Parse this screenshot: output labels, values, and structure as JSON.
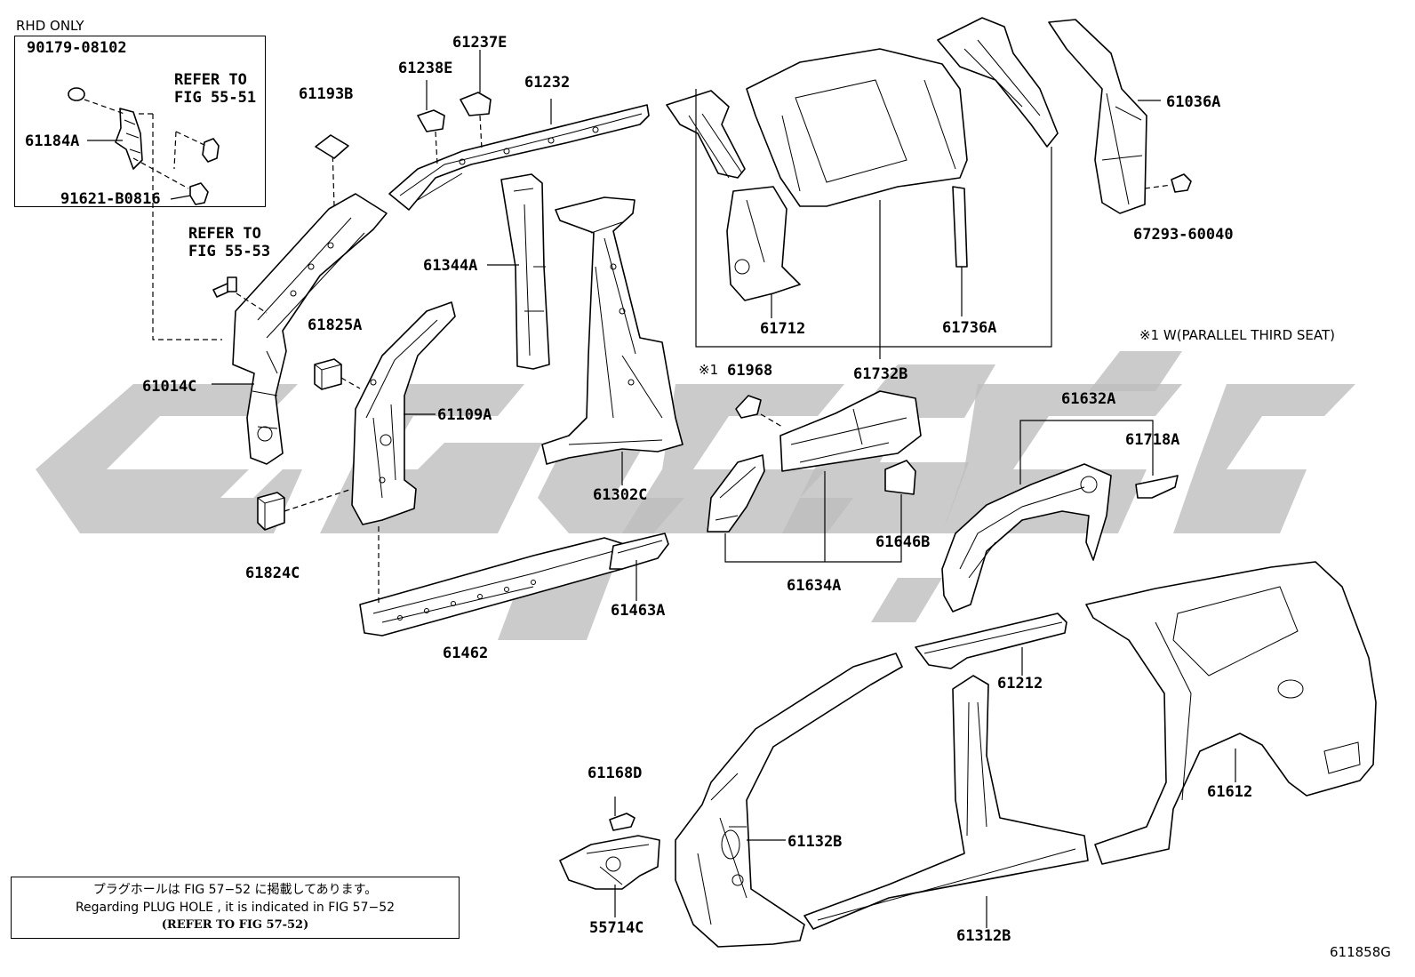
{
  "rhd": {
    "heading": "RHD ONLY",
    "part_bolt_a": "90179-08102",
    "part_bracket": "61184A",
    "part_bolt_b": "91621-B0816",
    "refer1_line1": "REFER TO",
    "refer1_line2": "FIG 55-51"
  },
  "refer2": {
    "line1": "REFER TO",
    "line2": "FIG 55-53"
  },
  "parts": {
    "p61193B": "61193B",
    "p61238E": "61238E",
    "p61237E": "61237E",
    "p61232": "61232",
    "p61014C": "61014C",
    "p61825A": "61825A",
    "p61109A": "61109A",
    "p61824C": "61824C",
    "p61344A": "61344A",
    "p61302C": "61302C",
    "p61462": "61462",
    "p61463A": "61463A",
    "p61712": "61712",
    "p61732B": "61732B",
    "p61736A": "61736A",
    "p61036A": "61036A",
    "p67293": "67293-60040",
    "p61968": "61968",
    "p61632A": "61632A",
    "p61718A": "61718A",
    "p61646B": "61646B",
    "p61634A": "61634A",
    "p61212": "61212",
    "p61612": "61612",
    "p61168D": "61168D",
    "p55714C": "55714C",
    "p61132B": "61132B",
    "p61312B": "61312B"
  },
  "marks": {
    "mark1": "※1",
    "mark1_note": "※1 W(PARALLEL THIRD SEAT)"
  },
  "note": {
    "line1": "プラグホールは FIG 57−52 に掲載してあります。",
    "line2": "Regarding  PLUG  HOLE , it is indicated in  FIG  57−52",
    "line3": "(REFER TO FIG 57-52)"
  },
  "figure_code": "611858G",
  "colors": {
    "line": "#000000",
    "watermark": "#bdbdbd",
    "background": "#ffffff"
  }
}
